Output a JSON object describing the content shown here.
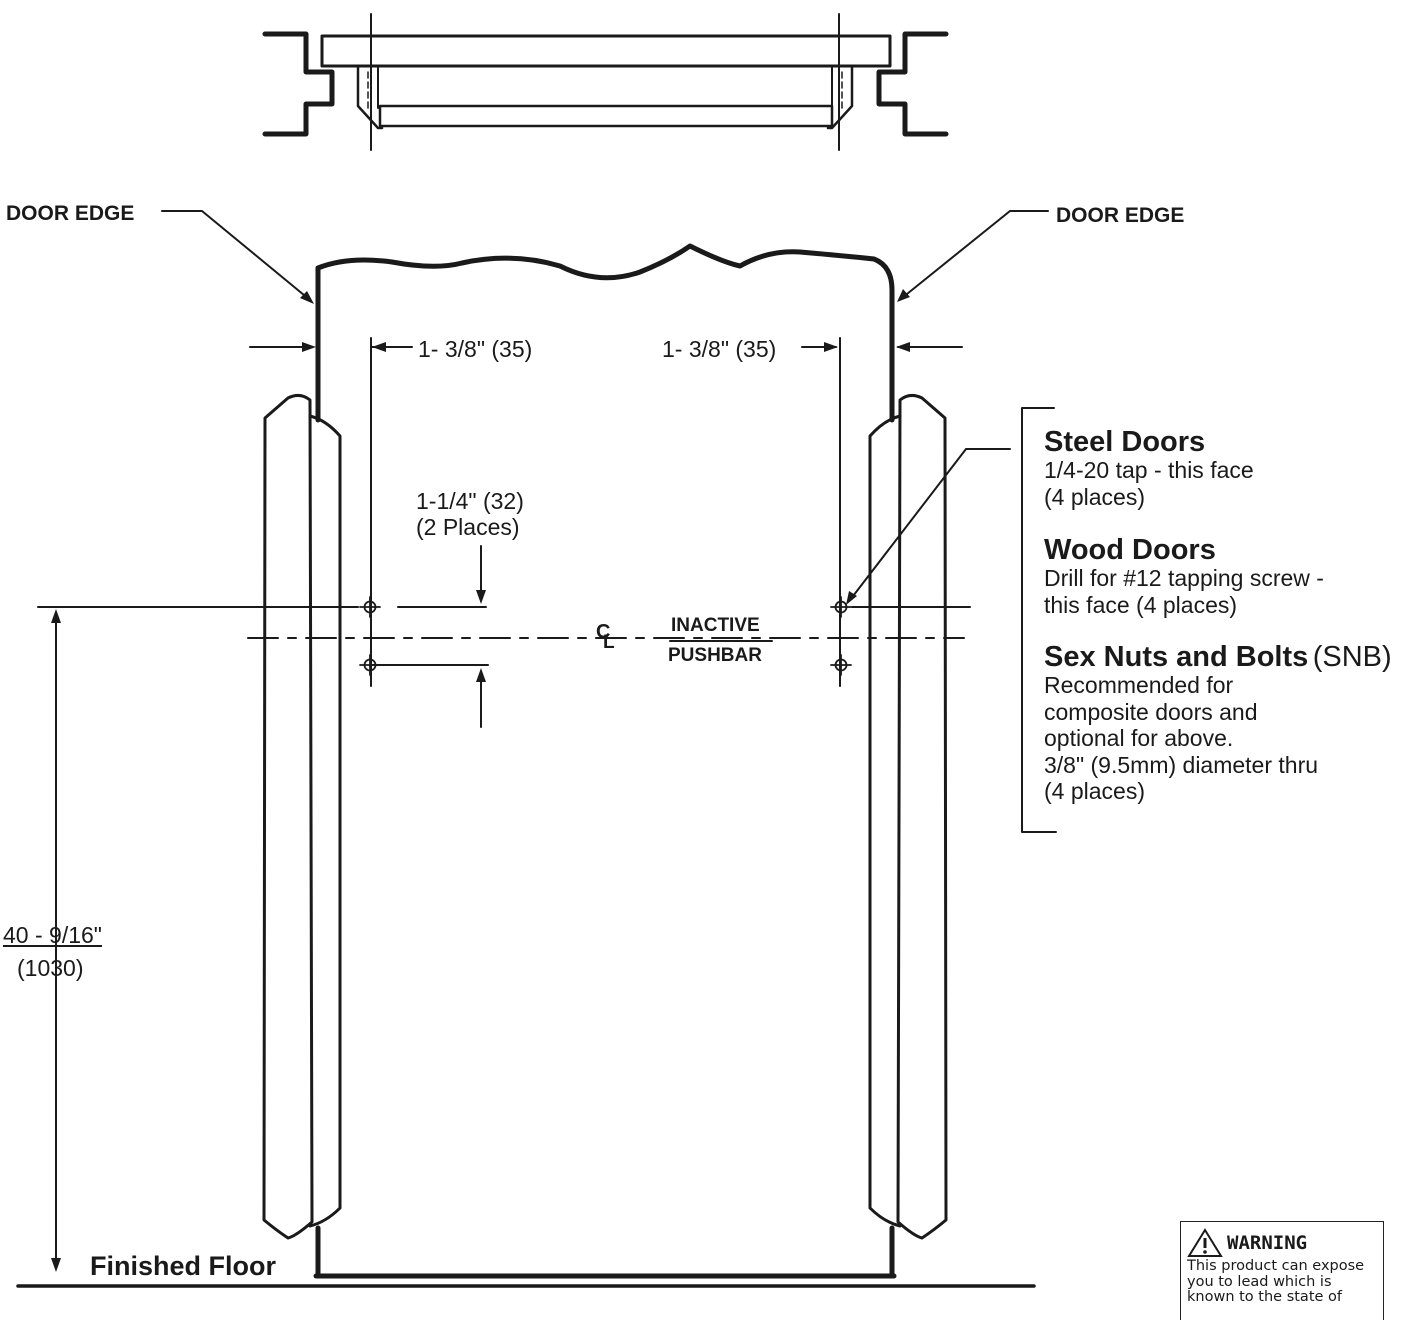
{
  "labels": {
    "door_edge_left": "DOOR EDGE",
    "door_edge_right": "DOOR EDGE",
    "dim_left_edge": "1- 3/8\" (35)",
    "dim_right_edge": "1- 3/8\" (35)",
    "dim_hole_spacing": "1-1/4\" (32)",
    "dim_hole_spacing_note": "(2 Places)",
    "centerline_symbol": "C",
    "centerline_sub": "L",
    "inactive": "INACTIVE",
    "pushbar": "PUSHBAR",
    "height_imperial": "40 - 9/16\"",
    "height_metric": "(1030)",
    "finished_floor": "Finished Floor"
  },
  "notes": [
    {
      "title": "Steel Doors",
      "title_suffix": "",
      "lines": [
        "1/4-20 tap - this face",
        "(4 places)"
      ]
    },
    {
      "title": "Wood Doors",
      "title_suffix": "",
      "lines": [
        "Drill for #12 tapping screw -",
        "this face (4 places)"
      ]
    },
    {
      "title": "Sex Nuts and Bolts",
      "title_suffix": "(SNB)",
      "lines": [
        "Recommended for",
        "composite doors and",
        "optional for above.",
        "3/8\" (9.5mm) diameter thru",
        "(4 places)"
      ]
    }
  ],
  "warning": {
    "icon": "warning-triangle-icon",
    "title": "WARNING",
    "text": "This product can expose you to lead which is known to the state of"
  },
  "colors": {
    "ink": "#1a1a1a",
    "background": "#ffffff"
  }
}
